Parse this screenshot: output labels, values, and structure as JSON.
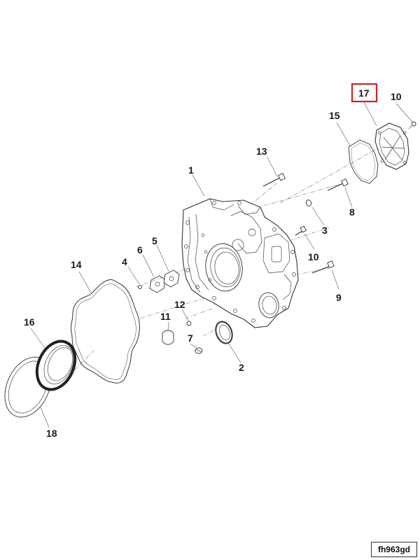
{
  "callouts": {
    "c1": "1",
    "c2": "2",
    "c3": "3",
    "c4": "4",
    "c5": "5",
    "c6": "6",
    "c7": "7",
    "c8": "8",
    "c9": "9",
    "c10a": "10",
    "c10b": "10",
    "c11": "11",
    "c12": "12",
    "c13": "13",
    "c14": "14",
    "c15": "15",
    "c16": "16",
    "c17": "17",
    "c18": "18"
  },
  "highlight": {
    "color": "#d42020"
  },
  "reference_code": "fh963gd"
}
